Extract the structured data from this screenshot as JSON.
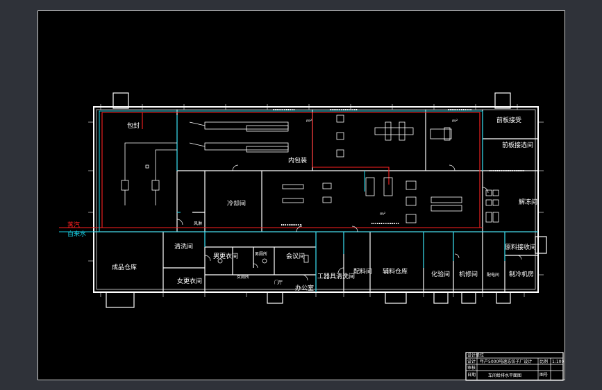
{
  "legend": {
    "steam_label": "蒸汽",
    "tap_water_label": "自来水",
    "steam_color": "#ff2020",
    "water_color": "#19d2e6"
  },
  "rooms": {
    "packing": "包封",
    "inner_packing": "内包装",
    "frozen_receiving": "前板接受",
    "front_pack": "前板接选间",
    "cold_room": "冷却间",
    "thaw_room": "解冻间",
    "washroom": "风淋",
    "wash_room": "清洗间",
    "product_store": "成品仓库",
    "female_changing": "女更衣间",
    "male_changing": "男更衣间",
    "toilet_male": "男厕所",
    "toilet_female": "女厕所",
    "meeting_room": "会议间",
    "hall": "门厅",
    "office": "办公室",
    "tool_cleaning": "工器具清洗间",
    "ingredient_room": "配料间",
    "auxiliary_store": "辅料仓库",
    "lab": "化验间",
    "boiler_room": "机修间",
    "electrical_room": "配电间",
    "refrigeration_room": "制冷机房",
    "raw_material_room": "原料接收间",
    "m2_a": "m²",
    "m2_b": "m²",
    "m2_c": "m²"
  },
  "title_block": {
    "design_unit": "设计单位",
    "project": "年产5000吨速冻饺子厂设计",
    "drawing": "车间给排水平面图",
    "row_labels": [
      "设计",
      "审核",
      "日期"
    ],
    "scale_label": "比例",
    "sheet_label": "图号",
    "scale_value": "1:100"
  }
}
